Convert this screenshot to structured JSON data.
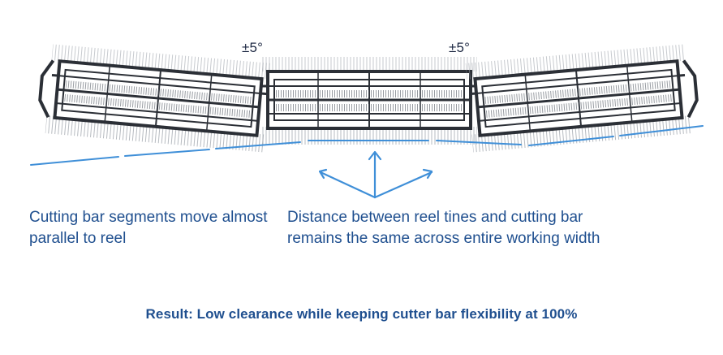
{
  "angle_labels": {
    "left": "±5°",
    "right": "±5°"
  },
  "captions": {
    "segments": "Cutting bar segments move almost parallel to reel",
    "distance": "Distance between reel tines and cutting bar remains the same across entire working width"
  },
  "result": "Result: Low clearance while keeping cutter bar flexibility at 100%",
  "colors": {
    "text_blue": "#1f4f8f",
    "line_blue": "#3f8fd8",
    "reel_dark": "#2b2f36",
    "tine_gray": "#9aa0a8"
  },
  "icons": {
    "reel_left": "reel-segment-icon",
    "reel_center": "reel-segment-icon",
    "reel_right": "reel-segment-icon",
    "arrows": "three-way-arrow-icon"
  }
}
